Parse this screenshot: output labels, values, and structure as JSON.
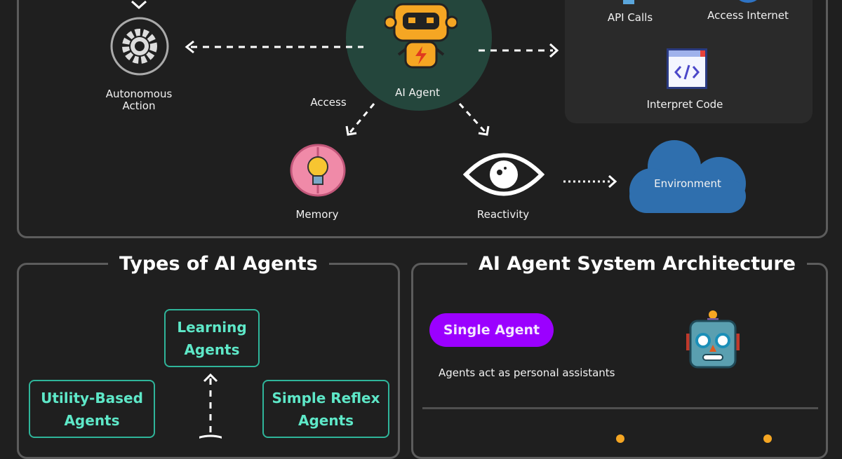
{
  "top_diagram": {
    "center": "AI Agent",
    "autonomous_action": "Autonomous\nAction",
    "access_label": "Access",
    "memory": "Memory",
    "reactivity": "Reactivity",
    "environment": "Environment",
    "tools": {
      "api_calls": "API Calls",
      "access_internet": "Access Internet",
      "interpret_code": "Interpret Code"
    }
  },
  "types_section": {
    "title": "Types of AI Agents",
    "boxes": [
      "Learning\nAgents",
      "Utility-Based\nAgents",
      "Simple Reflex\nAgents"
    ]
  },
  "architecture_section": {
    "title": "AI Agent System Architecture",
    "single_agent": {
      "label": "Single Agent",
      "description": "Agents act as personal assistants"
    }
  },
  "colors": {
    "background": "#1f1f1f",
    "teal": "#5ee8c8",
    "purple": "#9b00ff",
    "cloud": "#2f6fae",
    "agent_circle": "#24463c"
  }
}
